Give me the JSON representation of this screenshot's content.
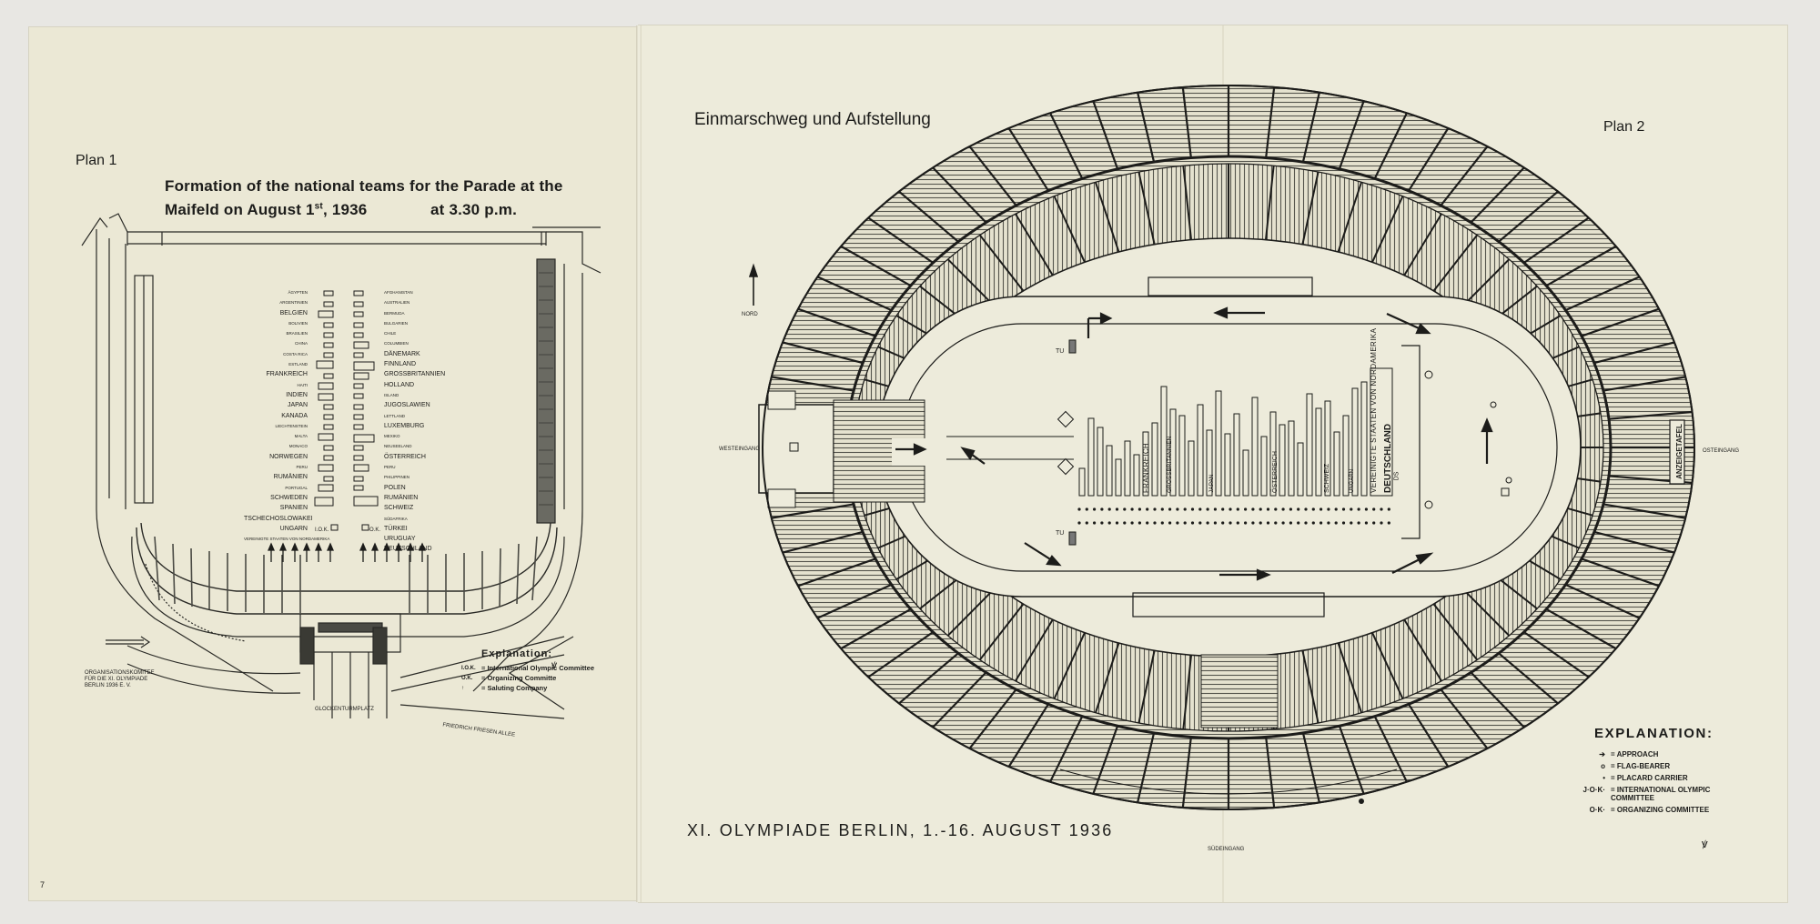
{
  "left_page": {
    "plan_label": "Plan 1",
    "heading_line1": "Formation of the national teams for the Parade at the",
    "heading_line2_a": "Maifeld on August 1",
    "heading_line2_sup": "st",
    "heading_line2_b": ", 1936",
    "heading_time": "at 3.30 p.m.",
    "teams_left": [
      "ÄGYPTEN",
      "ARGENTINIEN",
      "BELGIEN",
      "BOLIVIEN",
      "BRASILIEN",
      "CHINA",
      "COSTA RICA",
      "ESTLAND",
      "FRANKREICH",
      "HAITI",
      "INDIEN",
      "JAPAN",
      "KANADA",
      "LIECHTENSTEIN",
      "MALTA",
      "MONACO",
      "NORWEGEN",
      "PERU",
      "RUMÄNIEN",
      "PORTUGAL",
      "SCHWEDEN",
      "SPANIEN",
      "TSCHECHOSLOWAKEI",
      "UNGARN",
      "VEREINIGTE STAATEN VON NORDAMERIKA"
    ],
    "teams_right": [
      "AFGHANISTAN",
      "AUSTRALIEN",
      "BERMUDA",
      "BULGARIEN",
      "CHILE",
      "COLUMBIEN",
      "DÄNEMARK",
      "FINNLAND",
      "GROSSBRITANNIEN",
      "HOLLAND",
      "ISLAND",
      "JUGOSLAWIEN",
      "LETTLAND",
      "LUXEMBURG",
      "MEXIKO",
      "NEUSEELAND",
      "ÖSTERREICH",
      "PERU",
      "PHILIPPINEN",
      "POLEN",
      "RUMÄNIEN",
      "SCHWEIZ",
      "SÜDAFRIKA",
      "TÜRKEI",
      "URUGUAY",
      "DEUTSCHLAND"
    ],
    "ioc_abbrev": "I.O.K.",
    "ok_abbrev": "O.K.",
    "explanation_title": "Explanation:",
    "explanation_items": [
      {
        "key": "I.O.K.",
        "text": "= International Olympic Committee"
      },
      {
        "key": "O.K.",
        "text": "= Organizing Committe"
      },
      {
        "key": "↑",
        "text": "= Saluting Company"
      }
    ],
    "credit_small": "ORGANISATIONSKOMITEE FÜR DIE XI. OLYMPIADE BERLIN 1936 E. V.",
    "street_bottom": "FRIEDRICH FRIESEN ALLEE",
    "place_bottom": "GLOCKENTURMPLATZ",
    "page_number": "7"
  },
  "right_page": {
    "title": "Einmarschweg und Aufstellung",
    "plan_label": "Plan 2",
    "north_label": "NORD",
    "west_label": "WESTEINGANG",
    "east_label": "OSTEINGANG",
    "south_label": "SÜDEINGANG",
    "scoreboard_label": "ANZEIGETAFEL",
    "tu_label": "TU",
    "tu_label_2": "TU",
    "ds_label": "DS",
    "field_labels": [
      "FRANKREICH",
      "GROSSBRITANNIEN",
      "JAPAN",
      "ÖSTERREICH",
      "SCHWEIZ",
      "UNGARN",
      "VEREINIGTE STAATEN VON NORDAMERIKA",
      "DEUTSCHLAND"
    ],
    "footer_title": "XI. OLYMPIADE BERLIN, 1.-16. AUGUST 1936",
    "explanation_title": "EXPLANATION:",
    "explanation_items": [
      {
        "symbol": "➔",
        "text": "= APPROACH"
      },
      {
        "symbol": "o",
        "text": "= FLAG-BEARER"
      },
      {
        "symbol": "•",
        "text": "= PLACARD CARRIER"
      },
      {
        "symbol": "J·O·K·",
        "text": "= INTERNATIONAL OLYMPIC COMMITTEE"
      },
      {
        "symbol": "O·K·",
        "text": "= ORGANIZING COMMITTEE"
      }
    ]
  },
  "colors": {
    "paper": "#ecead9",
    "ink": "#1c1c1a",
    "background": "#e8e7e3"
  }
}
